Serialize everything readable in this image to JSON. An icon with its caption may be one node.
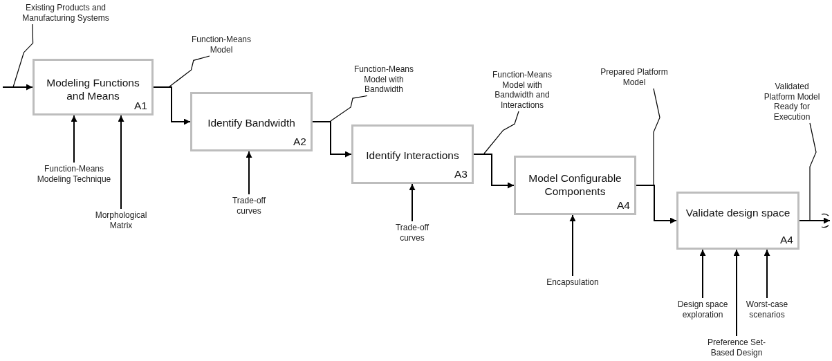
{
  "diagram": {
    "nodes": [
      {
        "text": [
          "Modeling Functions and Means",
          "A1"
        ]
      },
      {
        "text": [
          "Identify Bandwidth",
          "A2"
        ]
      },
      {
        "text": [
          "Identify Interactions",
          "A3"
        ]
      },
      {
        "text": [
          "Model Configurable Components",
          "A4"
        ]
      },
      {
        "text": [
          "Validate design space",
          "A4"
        ]
      },
      {
        "text": [
          "Existing Products and Manufacturing Systems"
        ]
      },
      {
        "text": [
          "Function-Means Model"
        ]
      },
      {
        "text": [
          "Function-Means Model with Bandwidth"
        ]
      },
      {
        "text": [
          "Function-Means Model with Bandwidth and Interactions"
        ]
      },
      {
        "text": [
          "Prepared Platform Model"
        ]
      },
      {
        "text": [
          "Validated Platform Model Ready for Execution"
        ]
      },
      {
        "text": [
          "Function-Means Modeling Technique"
        ]
      },
      {
        "text": [
          "Morphological Matrix"
        ]
      },
      {
        "text": [
          "Trade-off curves"
        ]
      },
      {
        "text": [
          "Trade-off curves"
        ]
      },
      {
        "text": [
          "Encapsulation"
        ]
      },
      {
        "text": [
          "Design space exploration"
        ]
      },
      {
        "text": [
          "Preference Set- Based Design"
        ]
      },
      {
        "text": [
          "Worst-case scenarios"
        ]
      }
    ],
    "edges": [
      {
        "from": null,
        "to": 0,
        "arrow": "to"
      },
      {
        "from": 0,
        "to": 1,
        "arrow": "to"
      },
      {
        "from": 1,
        "to": 2,
        "arrow": "to"
      },
      {
        "from": 2,
        "to": 3,
        "arrow": "to"
      },
      {
        "from": 3,
        "to": 4,
        "arrow": "to"
      },
      {
        "from": 4,
        "to": null,
        "arrow": "to"
      },
      {
        "from": 11,
        "to": 0,
        "arrow": "to"
      },
      {
        "from": 12,
        "to": 0,
        "arrow": "to"
      },
      {
        "from": 13,
        "to": 1,
        "arrow": "to"
      },
      {
        "from": 14,
        "to": 2,
        "arrow": "to"
      },
      {
        "from": 15,
        "to": 3,
        "arrow": "to"
      },
      {
        "from": 16,
        "to": 4,
        "arrow": "to"
      },
      {
        "from": 17,
        "to": 4,
        "arrow": "to"
      },
      {
        "from": 18,
        "to": 4,
        "arrow": "to"
      },
      {
        "from": 5,
        "to": null,
        "arrow": "none"
      },
      {
        "from": 6,
        "to": null,
        "arrow": "none"
      },
      {
        "from": 7,
        "to": null,
        "arrow": "none"
      },
      {
        "from": 8,
        "to": null,
        "arrow": "none"
      },
      {
        "from": 9,
        "to": null,
        "arrow": "none"
      },
      {
        "from": 10,
        "to": null,
        "arrow": "none"
      }
    ]
  }
}
